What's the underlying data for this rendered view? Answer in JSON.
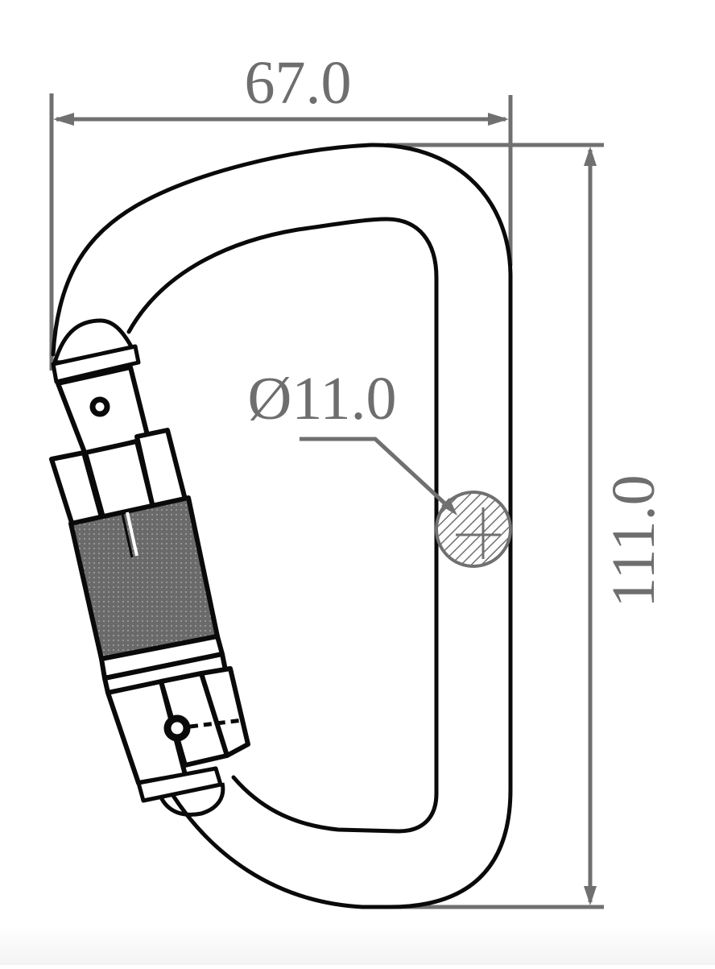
{
  "drawing": {
    "subject": "carabiner technical drawing",
    "dimensions": {
      "width": {
        "label": "67.0",
        "value": 67.0
      },
      "height": {
        "label": "111.0",
        "value": 111.0
      },
      "diameter": {
        "label": "Ø11.0",
        "value": 11.0
      }
    },
    "colors": {
      "outline": "#0a0a0a",
      "dimension": "#707070",
      "sleeve_fill": "#6a6a6a",
      "background": "#ffffff"
    }
  }
}
